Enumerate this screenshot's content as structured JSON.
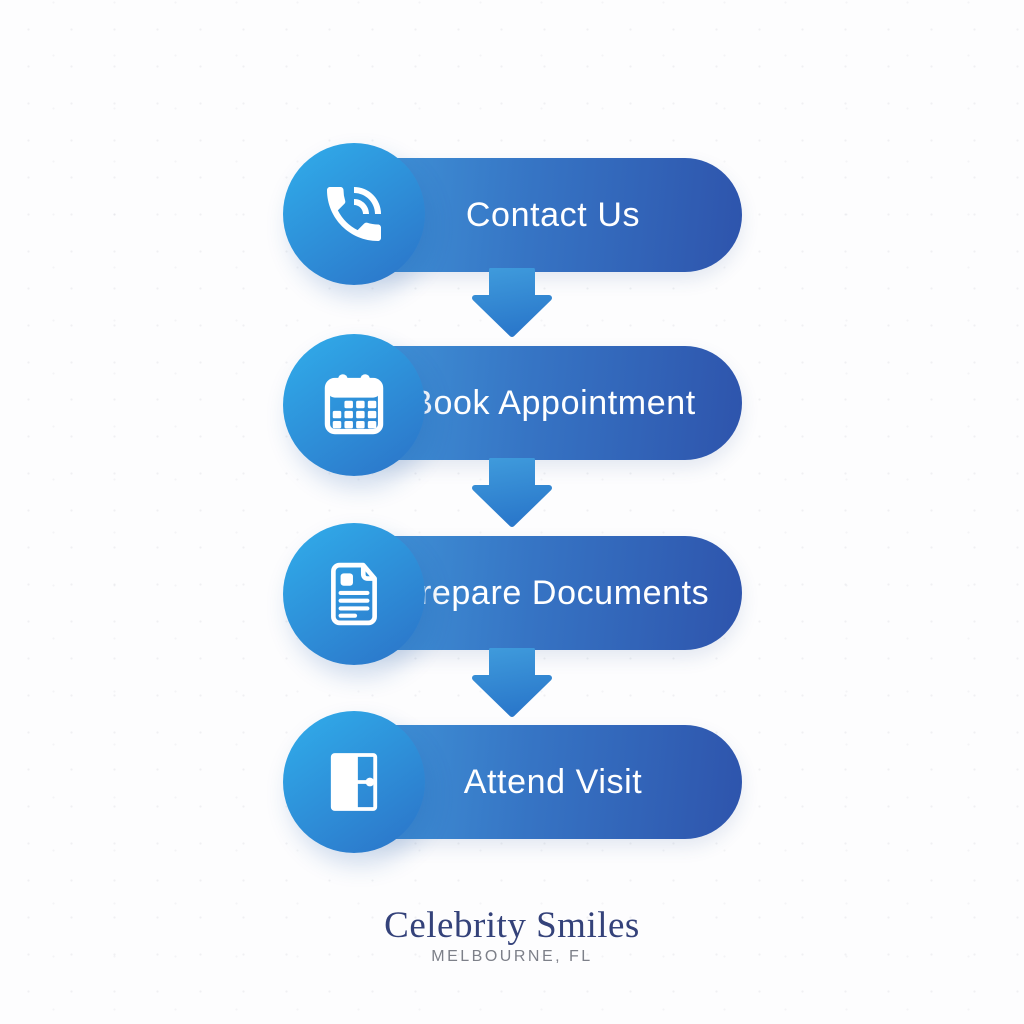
{
  "steps": [
    {
      "label": "Contact Us",
      "icon": "phone-icon"
    },
    {
      "label": "Book Appointment",
      "icon": "calendar-icon"
    },
    {
      "label": "Prepare Documents",
      "icon": "document-icon"
    },
    {
      "label": "Attend Visit",
      "icon": "door-icon"
    }
  ],
  "connectors": {
    "type": "down-arrow",
    "count": 3
  },
  "footer": {
    "brand": "Celebrity Smiles",
    "location": "MELBOURNE, FL"
  },
  "colors": {
    "pill_gradient_start": "#4199DB",
    "pill_gradient_end": "#2E54AC",
    "badge_gradient_start": "#30A9E8",
    "badge_gradient_end": "#2C77CA",
    "arrow_gradient_start": "#3F9BDC",
    "arrow_gradient_end": "#2B79CB",
    "step_text": "#FFFFFF",
    "brand_text": "#34427A",
    "location_text": "#7D8089",
    "background": "#FDFDFE"
  }
}
